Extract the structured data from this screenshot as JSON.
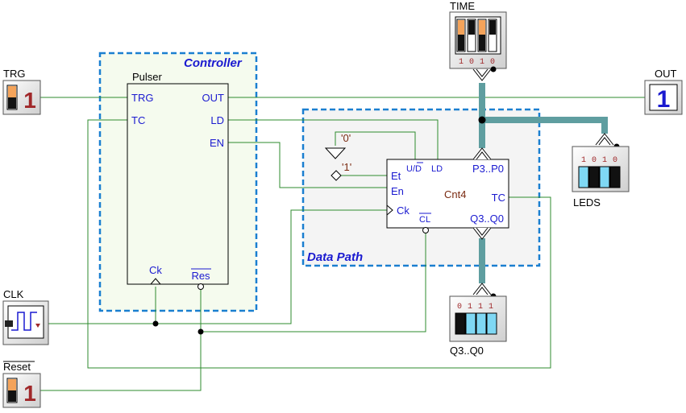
{
  "groups": {
    "controller": "Controller",
    "datapath": "Data Path"
  },
  "pulser": {
    "title": "Pulser",
    "pin_trg": "TRG",
    "pin_out": "OUT",
    "pin_tc": "TC",
    "pin_ld": "LD",
    "pin_en": "EN",
    "pin_ck": "Ck",
    "pin_res": "Res"
  },
  "counter": {
    "name": "Cnt4",
    "pin_et": "Et",
    "pin_en": "En",
    "pin_ck": "Ck",
    "pin_cl": "CL",
    "pin_ud": "U/D",
    "pin_ld": "LD",
    "pin_p": "P3..P0",
    "pin_q": "Q3..Q0",
    "pin_tc": "TC"
  },
  "constants": {
    "zero": "'0'",
    "one": "'1'"
  },
  "inputs": {
    "trg": {
      "label": "TRG",
      "value": "1"
    },
    "clk": {
      "label": "CLK"
    },
    "reset": {
      "label": "Reset",
      "value": "1"
    }
  },
  "output": {
    "label": "OUT",
    "value": "1"
  },
  "time_switch": {
    "label": "TIME",
    "bits": [
      "1",
      "0",
      "1",
      "0"
    ]
  },
  "leds": {
    "label": "LEDS",
    "bits": [
      "1",
      "0",
      "1",
      "0"
    ]
  },
  "q_display": {
    "label": "Q3..Q0",
    "bits": [
      "0",
      "1",
      "1",
      "1"
    ]
  },
  "colors": {
    "wire": "#2e8b2e",
    "bus": "#5f9ea0",
    "group_border": "#1a7fd0",
    "controller_fill": "#f5fbee",
    "datapath_fill": "#f4f4f4",
    "digit": "#1a1ad0",
    "digit_input": "#a0282a",
    "switch_on": "#f4a35a",
    "led_on": "#7fd8f4"
  }
}
